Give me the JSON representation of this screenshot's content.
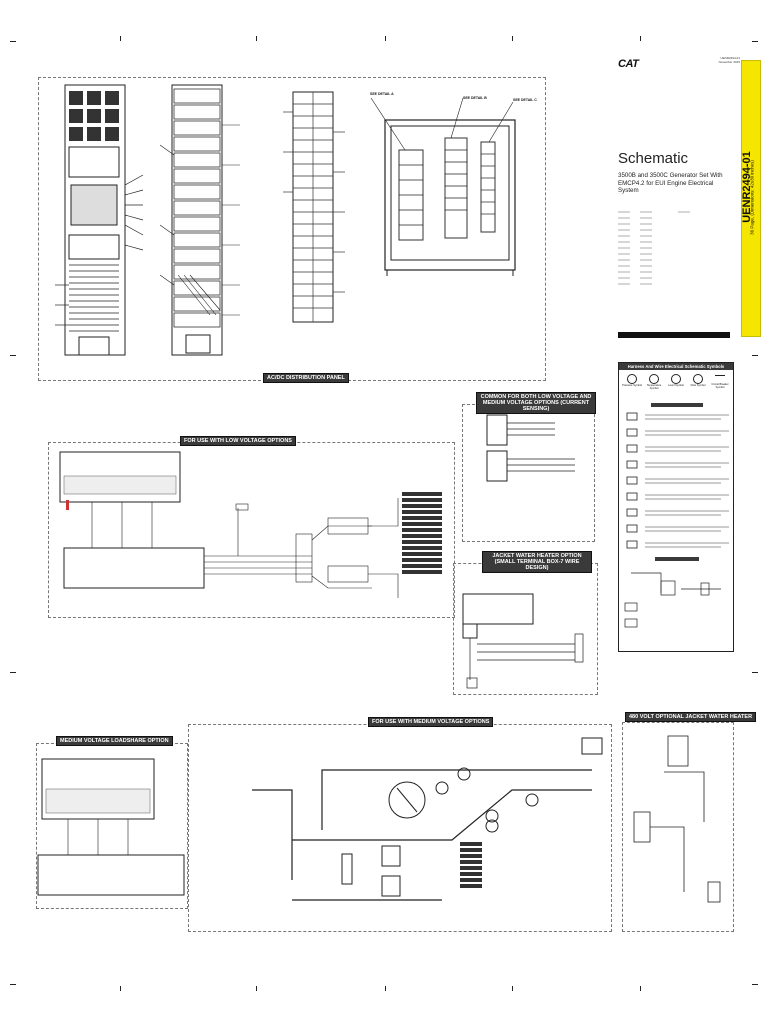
{
  "brand": {
    "logo_text": "CAT"
  },
  "header": {
    "doc_info": [
      "UENR2494-01",
      "November 2015"
    ],
    "title": "Schematic",
    "subtitle": "3500B and 3500C Generator Set With EMCP4.2 for EUI Engine Electrical System",
    "side_tab_code": "UENR2494-01",
    "side_tab_sub": "36 Page, (Dimensions: 42x30 inches)"
  },
  "sections": {
    "acdc": "AC/DC DISTRIBUTION PANEL",
    "low_voltage": "FOR USE WITH LOW VOLTAGE OPTIONS",
    "common": "COMMON FOR BOTH LOW VOLTAGE AND MEDIUM VOLTAGE OPTIONS (CURRENT SENSING)",
    "jacket": "JACKET WATER HEATER OPTION (SMALL TERMINAL BOX-7 WIRE DESIGN)",
    "medium_voltage": "FOR USE WITH MEDIUM VOLTAGE OPTIONS",
    "loadshare": "MEDIUM VOLTAGE LOADSHARE OPTION",
    "volt480": "480 VOLT OPTIONAL JACKET WATER HEATER"
  },
  "details": {
    "a": "SEE DETAIL A",
    "b": "SEE DETAIL B",
    "c": "SEE DETAIL C"
  },
  "legend": {
    "title": "Harness And Wire Electrical Schematic Symbols",
    "symbols": [
      "Pressure Symbol",
      "Temperature Symbol",
      "Level Symbol",
      "Flow Symbol",
      "Circuit Breaker Symbol"
    ]
  },
  "colors": {
    "label_bg": "#3a3a3a",
    "tab_yellow": "#f5e600",
    "line": "#222222"
  }
}
